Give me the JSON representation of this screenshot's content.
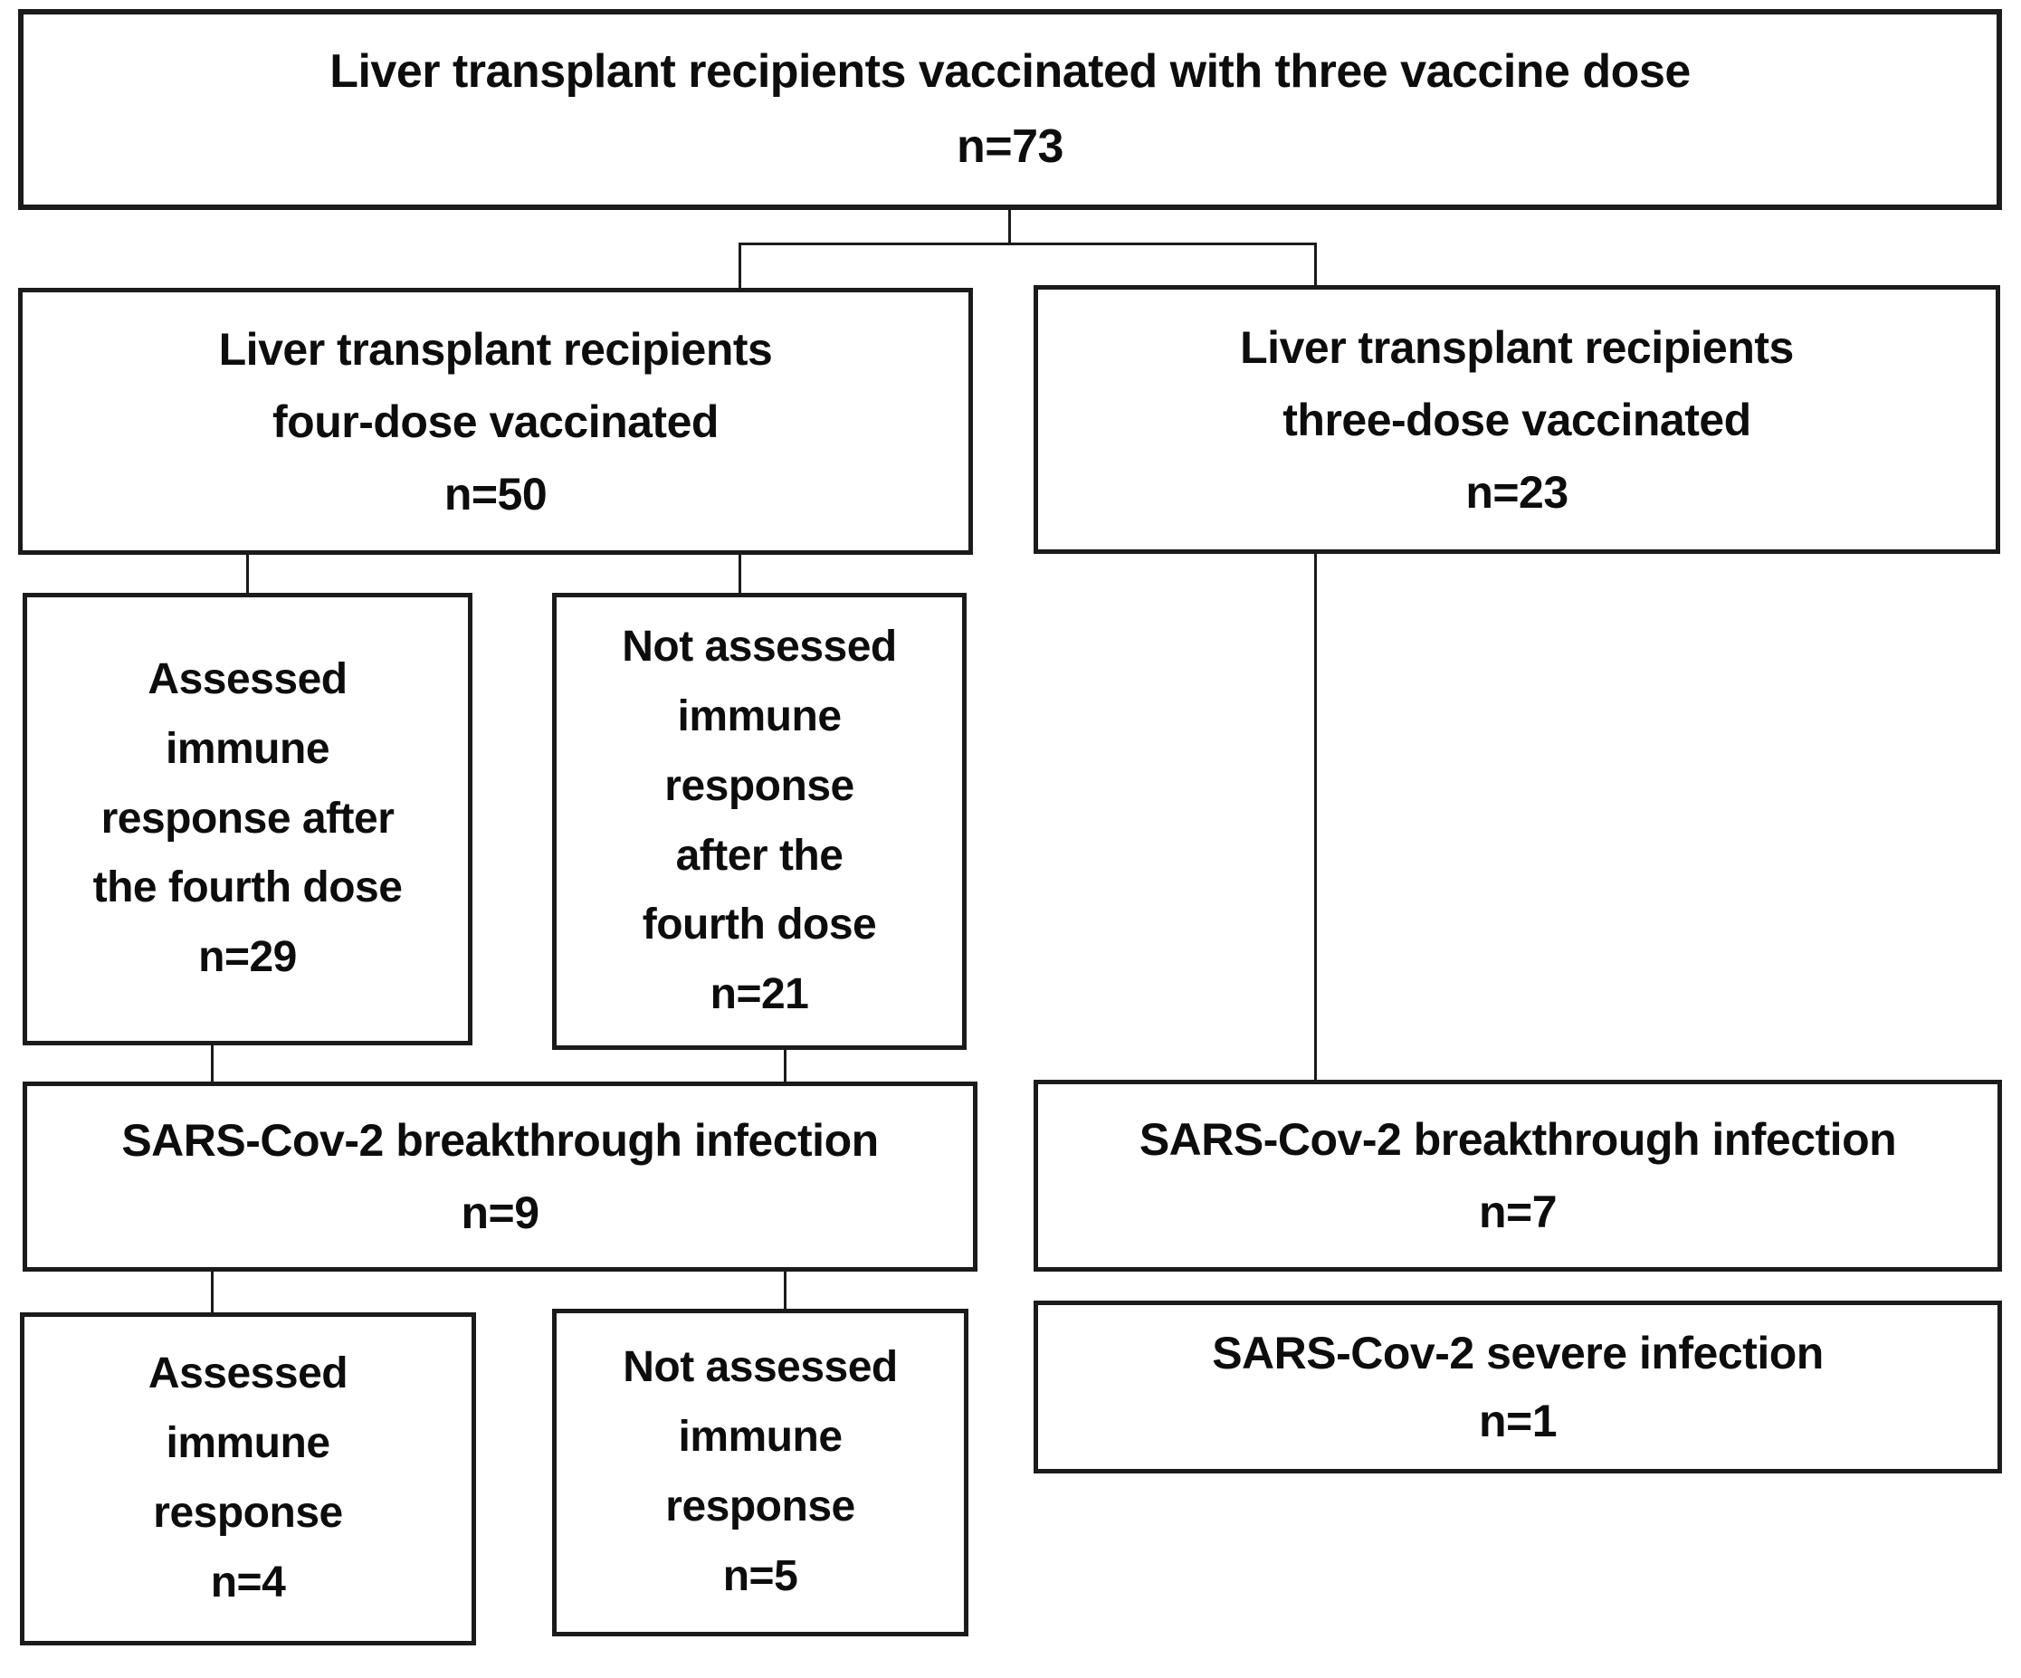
{
  "diagram": {
    "colors": {
      "background": "#ffffff",
      "box_border": "#1b1b1b",
      "text": "#0d0d0d",
      "connector": "#1b1b1b"
    },
    "nodes": {
      "total": {
        "text": "Liver transplant recipients vaccinated with three vaccine dose\nn=73",
        "n": 73
      },
      "four_dose": {
        "text": "Liver transplant recipients\nfour-dose vaccinated\nn=50",
        "n": 50
      },
      "three_dose": {
        "text": "Liver transplant recipients\nthree-dose vaccinated\nn=23",
        "n": 23
      },
      "assessed_after_fourth": {
        "text": "Assessed\nimmune\nresponse after\nthe fourth dose\nn=29",
        "n": 29
      },
      "not_assessed_after_fourth": {
        "text": "Not assessed\nimmune\nresponse\nafter the\nfourth dose\nn=21",
        "n": 21
      },
      "breakthrough_four_dose": {
        "text": "SARS-Cov-2 breakthrough infection\nn=9",
        "n": 9
      },
      "assessed_response": {
        "text": "Assessed\nimmune\nresponse\nn=4",
        "n": 4
      },
      "not_assessed_response": {
        "text": "Not assessed\nimmune\nresponse\nn=5",
        "n": 5
      },
      "breakthrough_three_dose": {
        "text": "SARS-Cov-2 breakthrough infection\nn=7",
        "n": 7
      },
      "severe_three_dose": {
        "text": "SARS-Cov-2 severe infection\nn=1",
        "n": 1
      }
    },
    "edges": [
      [
        "total",
        "four_dose"
      ],
      [
        "total",
        "three_dose"
      ],
      [
        "four_dose",
        "assessed_after_fourth"
      ],
      [
        "four_dose",
        "not_assessed_after_fourth"
      ],
      [
        "assessed_after_fourth",
        "breakthrough_four_dose"
      ],
      [
        "not_assessed_after_fourth",
        "breakthrough_four_dose"
      ],
      [
        "breakthrough_four_dose",
        "assessed_response"
      ],
      [
        "breakthrough_four_dose",
        "not_assessed_response"
      ],
      [
        "three_dose",
        "breakthrough_three_dose"
      ]
    ]
  }
}
